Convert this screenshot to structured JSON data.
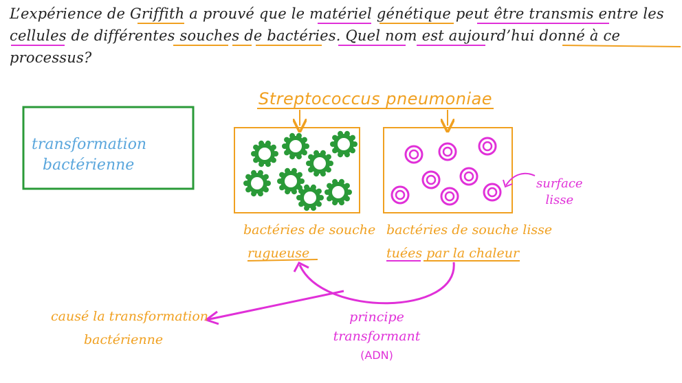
{
  "question": {
    "line1": "L’expérience de Griffith a prouvé que le matériel génétique peut être transmis entre les",
    "line2": "cellules de différentes souches de bactéries. Quel nom est aujourd’hui donné à ce processus?"
  },
  "answer_box": {
    "line1": "transformation",
    "line2": "bactérienne"
  },
  "species_title": "Streptococcus pneumoniae",
  "rough": {
    "label_line1": "bactéries de souche",
    "label_line2": "rugueuse"
  },
  "smooth": {
    "label_line1": "bactéries de souche lisse",
    "label_line2": "tuées par la chaleur",
    "surface_line1": "surface",
    "surface_line2": "lisse"
  },
  "principle": {
    "line1": "principe",
    "line2": "transformant",
    "line3": "(ADN)"
  },
  "result": {
    "line1": "causé la transformation",
    "line2": "bactérienne"
  },
  "colors": {
    "orange": "#f0a020",
    "green": "#2a9a38",
    "magenta": "#e030d8",
    "blue": "#5aa6dc",
    "ink": "#222222"
  }
}
